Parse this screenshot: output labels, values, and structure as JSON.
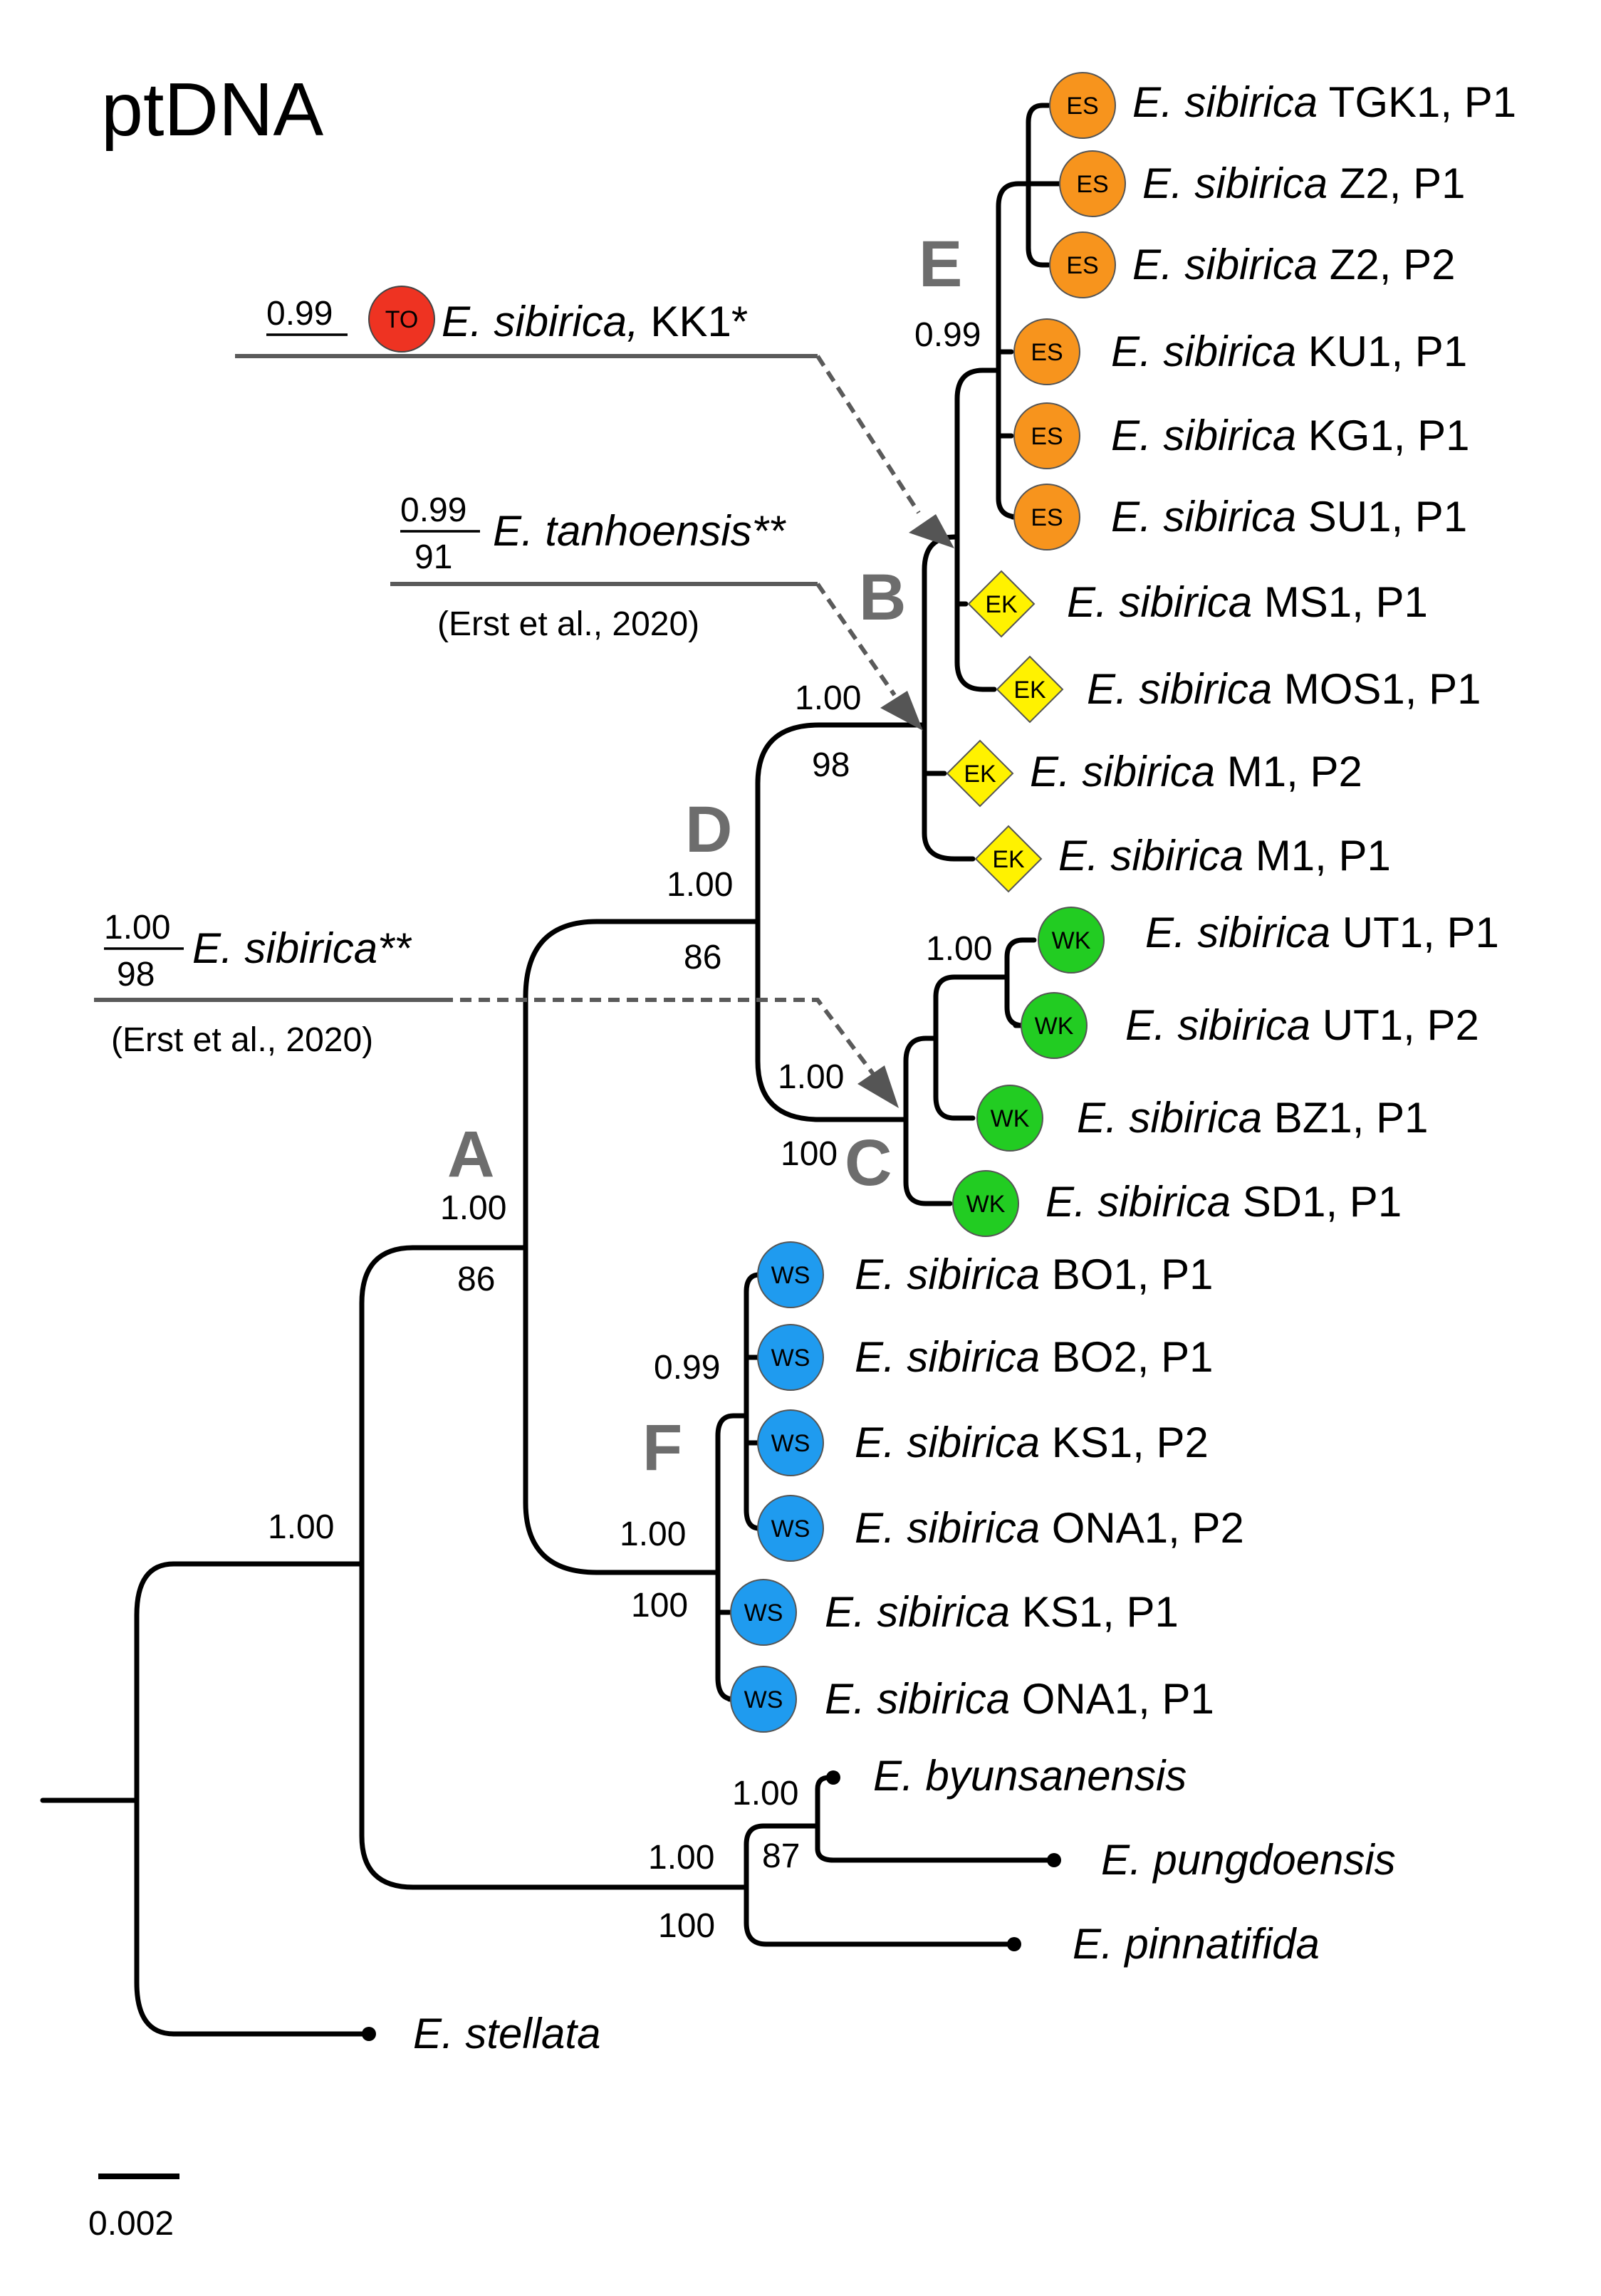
{
  "title": "ptDNA",
  "scale_bar": {
    "label": "0.002"
  },
  "colors": {
    "ES": "#f7941d",
    "EK": "#fff200",
    "WK": "#22cc22",
    "WS": "#1f9bef",
    "TO": "#ee3322",
    "clade_label": "#6d6d6d",
    "dashed_link": "#5a5a5a"
  },
  "tips": [
    {
      "badge": "ES",
      "badge_shape": "circle",
      "genus": "E. sibirica",
      "rest": "TGK1, P1"
    },
    {
      "badge": "ES",
      "badge_shape": "circle",
      "genus": "E. sibirica",
      "rest": "Z2, P1"
    },
    {
      "badge": "ES",
      "badge_shape": "circle",
      "genus": "E. sibirica",
      "rest": "Z2, P2"
    },
    {
      "badge": "ES",
      "badge_shape": "circle",
      "genus": "E. sibirica",
      "rest": "KU1, P1"
    },
    {
      "badge": "ES",
      "badge_shape": "circle",
      "genus": "E. sibirica",
      "rest": "KG1, P1"
    },
    {
      "badge": "ES",
      "badge_shape": "circle",
      "genus": "E. sibirica",
      "rest": "SU1, P1"
    },
    {
      "badge": "EK",
      "badge_shape": "diamond",
      "genus": "E. sibirica",
      "rest": "MS1, P1"
    },
    {
      "badge": "EK",
      "badge_shape": "diamond",
      "genus": "E. sibirica",
      "rest": "MOS1, P1"
    },
    {
      "badge": "EK",
      "badge_shape": "diamond",
      "genus": "E. sibirica",
      "rest": "M1, P2"
    },
    {
      "badge": "EK",
      "badge_shape": "diamond",
      "genus": "E. sibirica",
      "rest": "M1, P1"
    },
    {
      "badge": "WK",
      "badge_shape": "circle",
      "genus": "E. sibirica",
      "rest": "UT1, P1"
    },
    {
      "badge": "WK",
      "badge_shape": "circle",
      "genus": "E. sibirica",
      "rest": "UT1, P2"
    },
    {
      "badge": "WK",
      "badge_shape": "circle",
      "genus": "E. sibirica",
      "rest": "BZ1, P1"
    },
    {
      "badge": "WK",
      "badge_shape": "circle",
      "genus": "E. sibirica",
      "rest": "SD1, P1"
    },
    {
      "badge": "WS",
      "badge_shape": "circle",
      "genus": "E. sibirica",
      "rest": "BO1, P1"
    },
    {
      "badge": "WS",
      "badge_shape": "circle",
      "genus": "E. sibirica",
      "rest": "BO2, P1"
    },
    {
      "badge": "WS",
      "badge_shape": "circle",
      "genus": "E. sibirica",
      "rest": "KS1, P2"
    },
    {
      "badge": "WS",
      "badge_shape": "circle",
      "genus": "E. sibirica",
      "rest": "ONA1, P2"
    },
    {
      "badge": "WS",
      "badge_shape": "circle",
      "genus": "E. sibirica",
      "rest": "KS1, P1"
    },
    {
      "badge": "WS",
      "badge_shape": "circle",
      "genus": "E. sibirica",
      "rest": "ONA1, P1"
    },
    {
      "badge": "",
      "badge_shape": "dot",
      "genus": "E. byunsanensis",
      "rest": ""
    },
    {
      "badge": "",
      "badge_shape": "dot",
      "genus": "E. pungdoensis",
      "rest": ""
    },
    {
      "badge": "",
      "badge_shape": "dot",
      "genus": "E. pinnatifida",
      "rest": ""
    },
    {
      "badge": "",
      "badge_shape": "dot",
      "genus": "E. stellata",
      "rest": ""
    }
  ],
  "clade_labels": [
    "A",
    "B",
    "C",
    "D",
    "E",
    "F"
  ],
  "supports": {
    "root_inner": "1.00",
    "A_pp": "1.00",
    "A_bs": "86",
    "D_pp": "1.00",
    "D_bs": "86",
    "B_pp": "1.00",
    "B_bs": "98",
    "E_pp": "0.99",
    "C_pp": "1.00",
    "C_bs": "100",
    "UT_pp": "1.00",
    "F_pp": "1.00",
    "F_bs": "100",
    "F_inner_pp": "0.99",
    "outgroup_pp": "1.00",
    "outgroup_bs": "100",
    "byun_pp": "1.00",
    "byun_bs": "87"
  },
  "annotations": [
    {
      "pp": "0.99",
      "bs": "",
      "badge": "TO",
      "name": "E. sibirica,",
      "suffix": "KK1*",
      "note": ""
    },
    {
      "pp": "0.99",
      "bs": "91",
      "badge": "",
      "name": "E. tanhoensis**",
      "suffix": "",
      "note": "(Erst et al., 2020)"
    },
    {
      "pp": "1.00",
      "bs": "98",
      "badge": "",
      "name": "E. sibirica**",
      "suffix": "",
      "note": "(Erst et al., 2020)"
    }
  ]
}
